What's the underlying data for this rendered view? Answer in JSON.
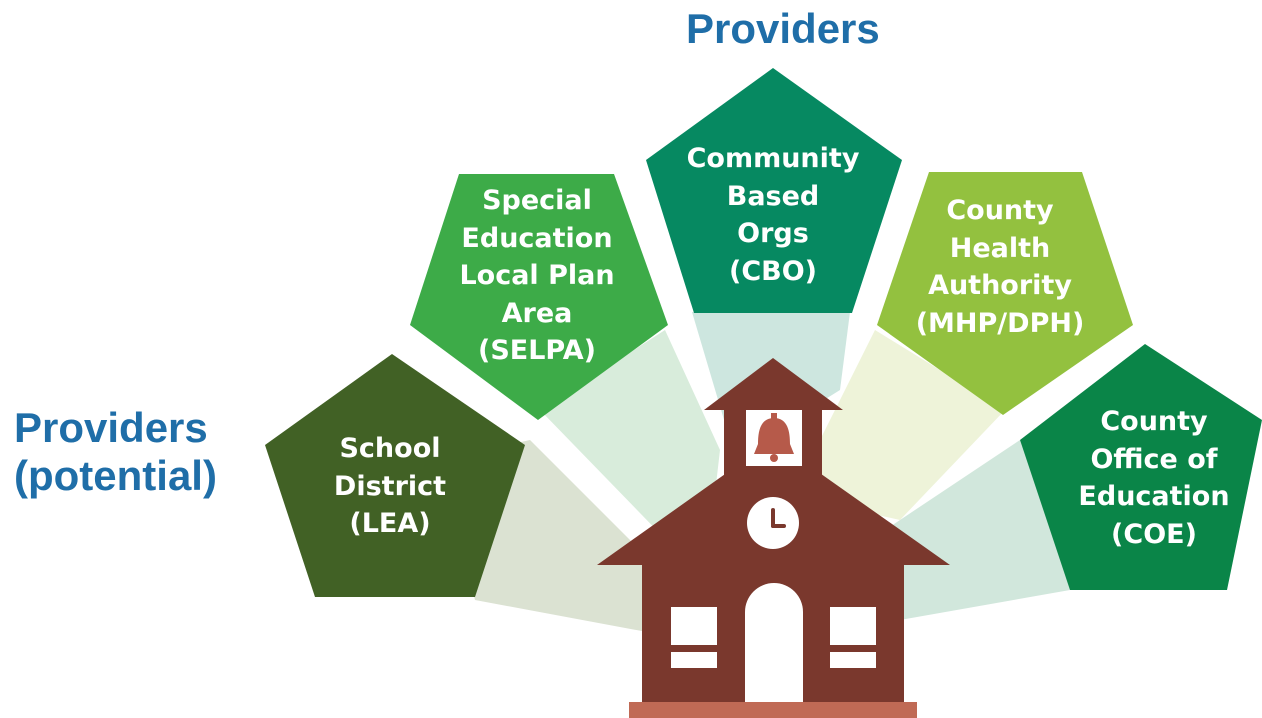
{
  "headings": {
    "providers": "Providers",
    "potential_line1": "Providers",
    "potential_line2": "(potential)"
  },
  "colors": {
    "heading": "#1f6ea8",
    "school_district": "#416125",
    "selpa": "#3dab48",
    "cbo": "#068961",
    "county_health": "#93c13f",
    "coe": "#0a8548",
    "school_building": "#7a382d",
    "bell": "#b65a4a"
  },
  "providers": [
    {
      "key": "school_district",
      "lines": [
        "School",
        "District",
        "(LEA)"
      ],
      "group": "potential"
    },
    {
      "key": "selpa",
      "lines": [
        "Special",
        "Education",
        "Local Plan",
        "Area",
        "(SELPA)"
      ],
      "group": "providers"
    },
    {
      "key": "cbo",
      "lines": [
        "Community",
        "Based",
        "Orgs",
        "(CBO)"
      ],
      "group": "providers"
    },
    {
      "key": "county_health",
      "lines": [
        "County",
        "Health",
        "Authority",
        "(MHP/DPH)"
      ],
      "group": "providers"
    },
    {
      "key": "coe",
      "lines": [
        "County",
        "Office of",
        "Education",
        "(COE)"
      ],
      "group": "providers"
    }
  ],
  "icons": {
    "center": "schoolhouse-icon",
    "bell": "bell-icon",
    "clock": "clock-icon"
  }
}
